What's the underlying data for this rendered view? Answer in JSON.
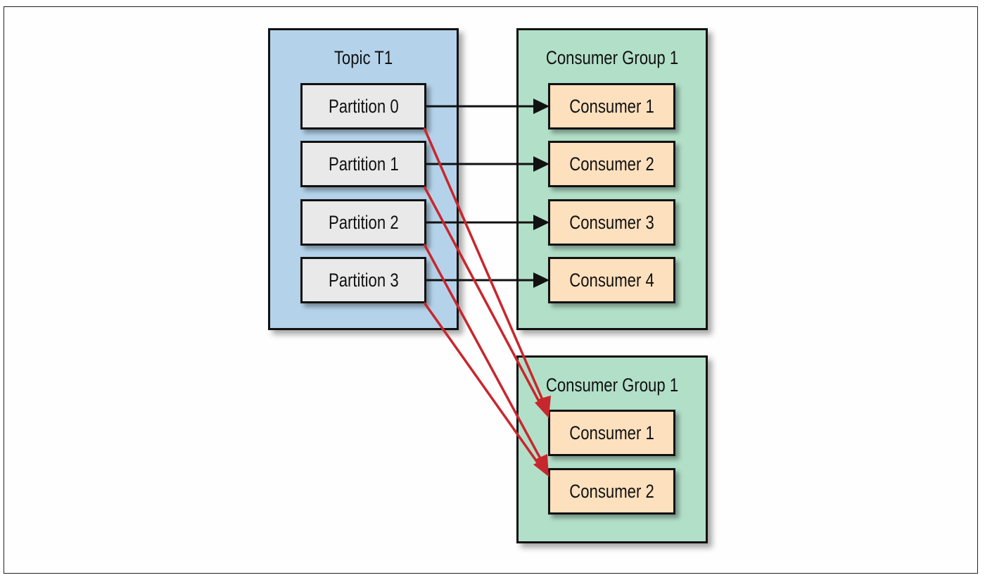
{
  "topic": {
    "title": "Topic T1",
    "partitions": [
      "Partition 0",
      "Partition 1",
      "Partition 2",
      "Partition 3"
    ]
  },
  "group_a": {
    "title": "Consumer Group 1",
    "consumers": [
      "Consumer 1",
      "Consumer 2",
      "Consumer 3",
      "Consumer 4"
    ]
  },
  "group_b": {
    "title": "Consumer Group 1",
    "consumers": [
      "Consumer 1",
      "Consumer 2"
    ]
  },
  "colors": {
    "topic_fill": "#b4d3ea",
    "group_fill": "#b2dfc8",
    "partition_fill": "#e9e9e9",
    "consumer_fill": "#fde0bd",
    "arrow_black": "#111111",
    "arrow_red": "#c8262d"
  },
  "edges": [
    {
      "from": "Partition 0",
      "to": "Consumer Group 1 / Consumer 1",
      "color": "black"
    },
    {
      "from": "Partition 1",
      "to": "Consumer Group 1 / Consumer 2",
      "color": "black"
    },
    {
      "from": "Partition 2",
      "to": "Consumer Group 1 / Consumer 3",
      "color": "black"
    },
    {
      "from": "Partition 3",
      "to": "Consumer Group 1 / Consumer 4",
      "color": "black"
    },
    {
      "from": "Partition 0",
      "to": "second Consumer Group 1 / Consumer 1",
      "color": "red"
    },
    {
      "from": "Partition 1",
      "to": "second Consumer Group 1 / Consumer 1",
      "color": "red"
    },
    {
      "from": "Partition 2",
      "to": "second Consumer Group 1 / Consumer 2",
      "color": "red"
    },
    {
      "from": "Partition 3",
      "to": "second Consumer Group 1 / Consumer 2",
      "color": "red"
    }
  ]
}
